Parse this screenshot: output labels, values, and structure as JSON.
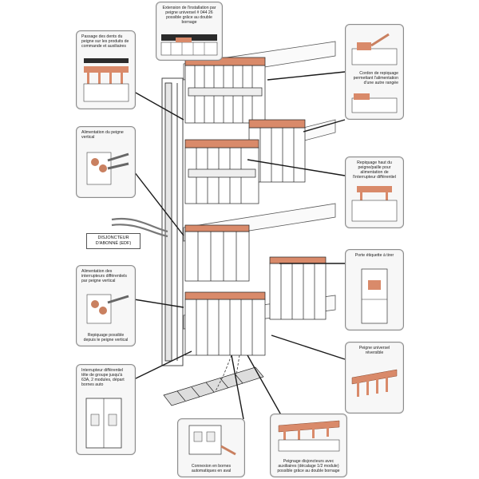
{
  "callouts": {
    "top_center": "Extension de l'installation par peigne universel # 044 26 possible grâce au double bornage",
    "passage_dents": "Passage des dents du peigne sur les produits de commande et auxiliaires",
    "cordon_repiquage": "Cordon de repiquage permettant l'alimentation d'une autre rangée",
    "alimentation_peigne": "Alimentation du peigne vertical",
    "repiquage_haut": "Repiquage haut du peigne/paille pour alimentation de l'interrupteur différentiel",
    "porte_etiquette": "Porte étiquette à tirer",
    "alimentation_interrupteurs": "Alimentation des interrupteurs différentiels par peigne vertical",
    "repiquage_possible": "Repiquage possible depuis le peigne vertical",
    "peigne_universel": "Peigne universel réversible",
    "interrupteur_differentiel": "Interrupteur différentiel tête de groupe jusqu'à 63A, 2 modules, départ bornes auto",
    "connexion_bornes": "Connexion en bornes automatiques en aval",
    "peignage_disjoncteurs": "Peignage disjoncteurs avec auxiliaires (décalage 1/2 module) possible grâce au double bornage"
  },
  "disjoncteur_label": "DISJONCTEUR D'ABONNÉ (EDF)",
  "colors": {
    "line": "#1a1a1a",
    "callout_bg": "#f7f7f7",
    "callout_border": "#8c8c8c",
    "comb_copper": "#d98a6a",
    "comb_dark": "#2b2b2b"
  }
}
